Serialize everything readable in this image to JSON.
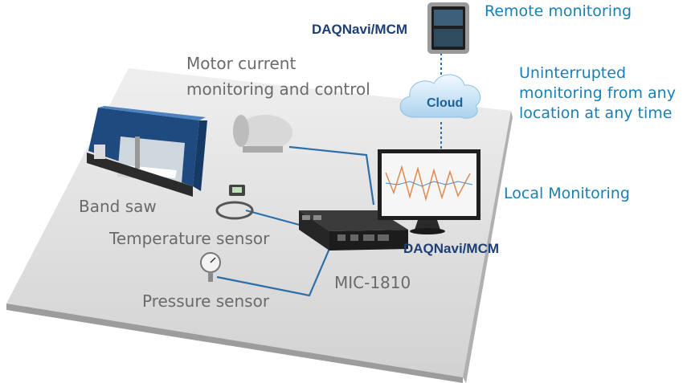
{
  "labels": {
    "motor": [
      "Motor current",
      "monitoring and control"
    ],
    "band_saw": "Band saw",
    "temperature": "Temperature sensor",
    "pressure": "Pressure sensor",
    "mic": "MIC-1810",
    "daq_top": "DAQNavi/MCM",
    "daq_bottom": "DAQNavi/MCM",
    "remote": "Remote monitoring",
    "uninterrupted": [
      "Uninterrupted",
      "monitoring from any",
      "location at any time"
    ],
    "local": "Local Monitoring",
    "cloud": "Cloud"
  },
  "colors": {
    "platform": "#dcdcdc",
    "link_line": "#2b6ea8",
    "label_gray": "#6a6a6a",
    "label_blue": "#1a7fb3",
    "label_navy": "#1d3f73",
    "cloud": "#cfe6f6"
  }
}
